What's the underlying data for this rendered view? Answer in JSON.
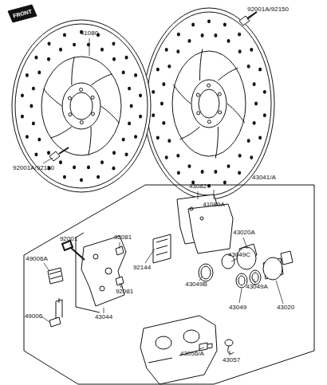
{
  "diagram": {
    "nodes": [
      {
        "text": [
          "43041/A"
        ]
      }
    ],
    "labels": [
      "FRONT",
      "92001A/92150",
      "41080",
      "41080A",
      "92001A/92150",
      "43082",
      "92001",
      "92144",
      "92081",
      "92081",
      "43020A",
      "43049C",
      "43049B",
      "43020",
      "49006A",
      "49006",
      "43049A",
      "43049",
      "43044",
      "43056/A",
      "43057"
    ]
  }
}
